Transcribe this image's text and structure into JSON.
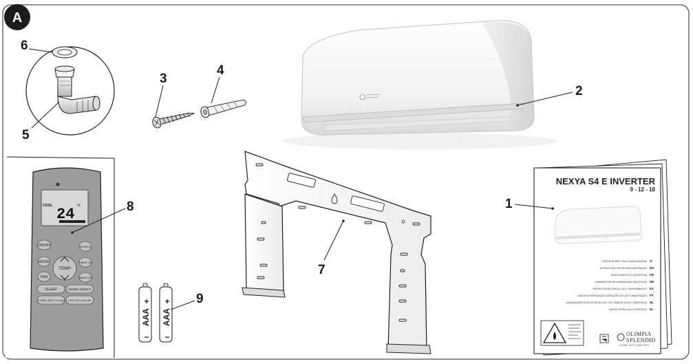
{
  "panel_badge": "A",
  "callouts": {
    "c1": "1",
    "c2": "2",
    "c3": "3",
    "c4": "4",
    "c5": "5",
    "c6": "6",
    "c7": "7",
    "c8": "8",
    "c9": "9"
  },
  "remote": {
    "display_mode": "COOL",
    "display_temp": "24",
    "display_unit": "°c",
    "buttons": {
      "onoff": "ON/OFF",
      "silence": "SILENCE",
      "mode": "MODE",
      "timer_on": "TIMER ON",
      "temp": "TEMP",
      "fan": "FAN",
      "timer_off": "TIMER OFF",
      "sleep": "SLEEP",
      "swing_direct": "SWING DIRECT",
      "turbo_self_clean": "TURBO SELF CLEAN",
      "led_follow_me": "LED FOLLOW ME"
    }
  },
  "batteries": {
    "label": "AAA",
    "plus": "+",
    "minus": "−"
  },
  "manual": {
    "title": "NEXYA S4 E INVERTER",
    "models": "9 - 12 - 18",
    "languages": [
      {
        "text": "ISTRUZIONI PER L'USO E MANUTENZIONE",
        "code": "IT"
      },
      {
        "text": "INSTRUCTION FOR USE AND MAINTENANCE",
        "code": "EN"
      },
      {
        "text": "MODE D'EMPLOI ET D'ENTRETIEN",
        "code": "FR"
      },
      {
        "text": "HINWEISE FÜR DIE VERWENDUNG UND PFLEGE",
        "code": "DE"
      },
      {
        "text": "INSTRUCCIONES PARA EL USO Y MANTENIMIENTO",
        "code": "ES"
      },
      {
        "text": "MANUAL DE INSTALAÇÃO INSTRUÇÕES DE USO E MANUTENÇÃO",
        "code": "PT"
      },
      {
        "text": "AANWIJZINGEN VOOR DE INSTALLATIE, HET GEBRUIK EN HET ONDERHOUD",
        "code": "NL"
      },
      {
        "text": "ΟΔΗΓΙΕΣ ΧΡΗΣΗΣ ΚΑΙ ΣΥΝΤΗΡΗΣΗΣ",
        "code": "EL"
      }
    ],
    "brand_line1": "OLIMPIA",
    "brand_line2": "SPLENDID",
    "brand_tagline": "HOME OF COMFORT"
  },
  "colors": {
    "stroke": "#1b1b1b",
    "badge": "#1b1b1b",
    "remote_body": "#9c9c9c",
    "lcd": "#d8d8d8"
  }
}
